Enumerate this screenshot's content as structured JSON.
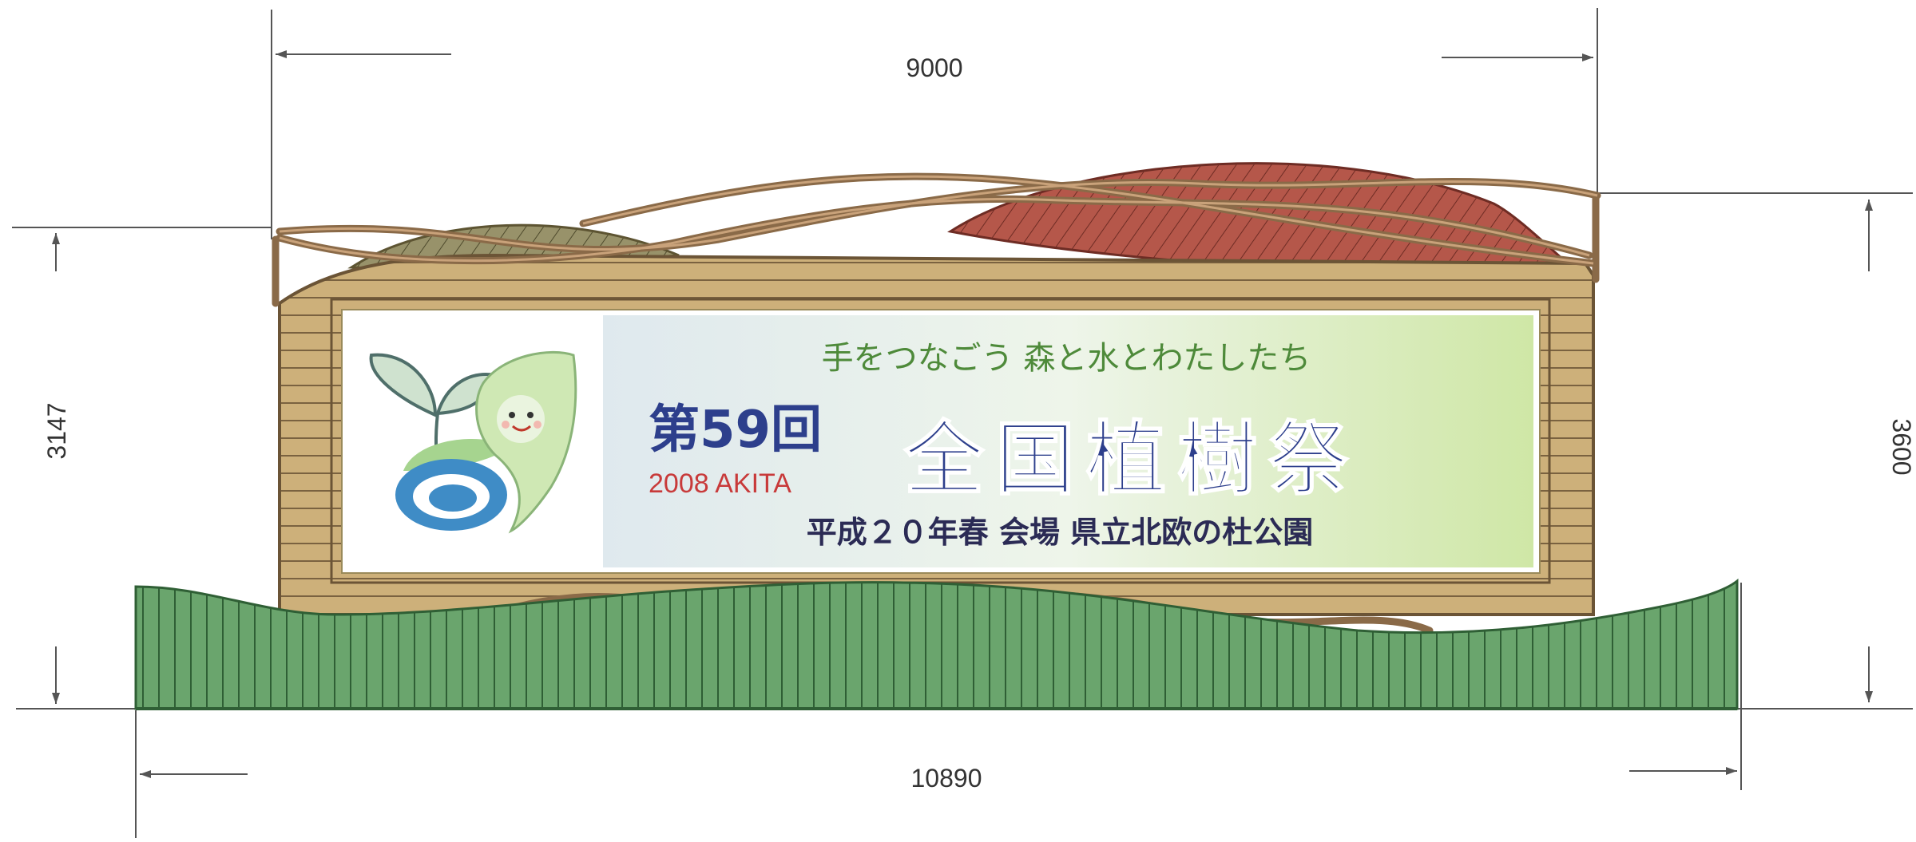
{
  "dimensions": {
    "top_width": "9000",
    "bottom_width": "10890",
    "left_height": "3147",
    "right_height": "3600"
  },
  "sign": {
    "slogan": "手をつなごう 森と水とわたしたち",
    "edition": "第59回",
    "year_place": "2008 AKITA",
    "title": "全国植樹祭",
    "venue": "平成２０年春 会場 県立北欧の杜公園"
  },
  "colors": {
    "wood": "#c9a96b",
    "wood_line": "#7a6240",
    "leaf_red": "#b5574a",
    "leaf_olive": "#8d8a55",
    "band": "#8a6a48",
    "hedge": "#5e9a63",
    "title_blue": "#2d3f8c",
    "year_red": "#c83a3a"
  }
}
